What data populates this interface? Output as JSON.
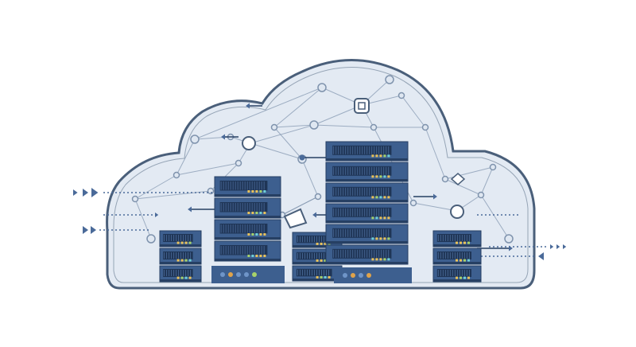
{
  "colors": {
    "background": "#ffffff",
    "cloud_fill": "#e3eaf3",
    "cloud_stroke": "#4a5f7a",
    "network_line": "#7f93ad",
    "server_body": "#3d5f8f",
    "server_dark": "#263f63",
    "server_vent": "#1f3556",
    "led_yellow": "#e9c25a",
    "led_green": "#a7d36a",
    "led_cyan": "#6fd0d8",
    "led_blue": "#6f95c8",
    "led_orange": "#e0a34a",
    "arrow": "#4a6a99"
  },
  "illustration": {
    "subject": "cloud-server-network",
    "racks": [
      {
        "name": "left-small",
        "units": 3
      },
      {
        "name": "rack-a",
        "units": 4
      },
      {
        "name": "middle-small",
        "units": 3
      },
      {
        "name": "tall",
        "units": 6
      },
      {
        "name": "right-small",
        "units": 3
      }
    ]
  }
}
